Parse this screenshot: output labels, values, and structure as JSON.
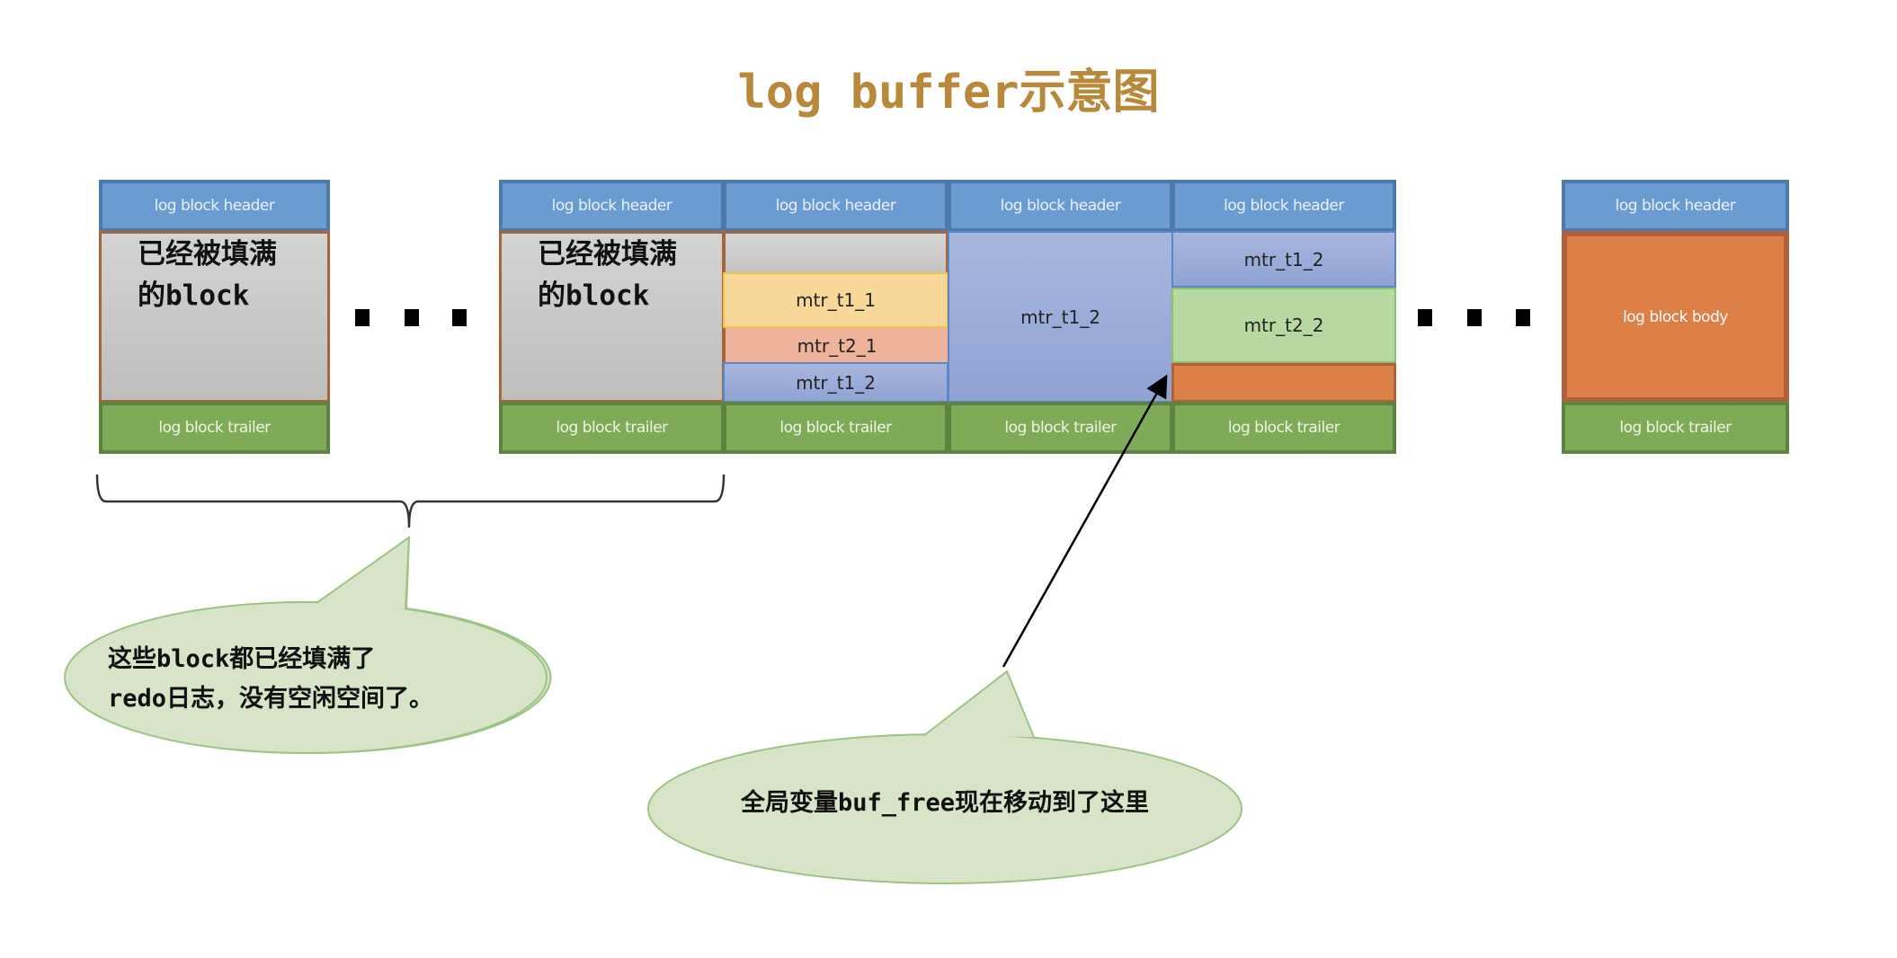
{
  "title": "log buffer示意图",
  "colors": {
    "title": "#B8893A",
    "header": "#6A9BD1",
    "trailer": "#7FAA58",
    "filled_body": "#C8C8C8",
    "mtr_t1_1": "#F8D899",
    "mtr_t2_1": "#EEB39A",
    "mtr_t1_2": "#9DADD9",
    "mtr_t2_2": "#B7D8A1",
    "free_space": "#DD8048",
    "callout": "#D7E4C7"
  },
  "blocks": {
    "first": {
      "header": "log block header",
      "body_line1": "已经被填满",
      "body_line2": "的block",
      "trailer": "log block trailer"
    },
    "group": [
      {
        "header": "log block header",
        "body_line1": "已经被填满",
        "body_line2": "的block",
        "trailer": "log block trailer"
      },
      {
        "header": "log block header",
        "segments": [
          "",
          "mtr_t1_1",
          "mtr_t2_1",
          "mtr_t1_2"
        ],
        "trailer": "log block trailer"
      },
      {
        "header": "log block header",
        "segments": [
          "mtr_t1_2"
        ],
        "trailer": "log block trailer"
      },
      {
        "header": "log block header",
        "segments": [
          "mtr_t1_2",
          "mtr_t2_2",
          ""
        ],
        "trailer": "log block trailer"
      }
    ],
    "last": {
      "header": "log block header",
      "body": "log block body",
      "trailer": "log block trailer"
    }
  },
  "ellipsis": "...",
  "callouts": {
    "filled": {
      "line1": "这些block都已经填满了",
      "line2": "redo日志，没有空闲空间了。"
    },
    "buf_free": {
      "text": "全局变量buf_free现在移动到了这里"
    }
  }
}
